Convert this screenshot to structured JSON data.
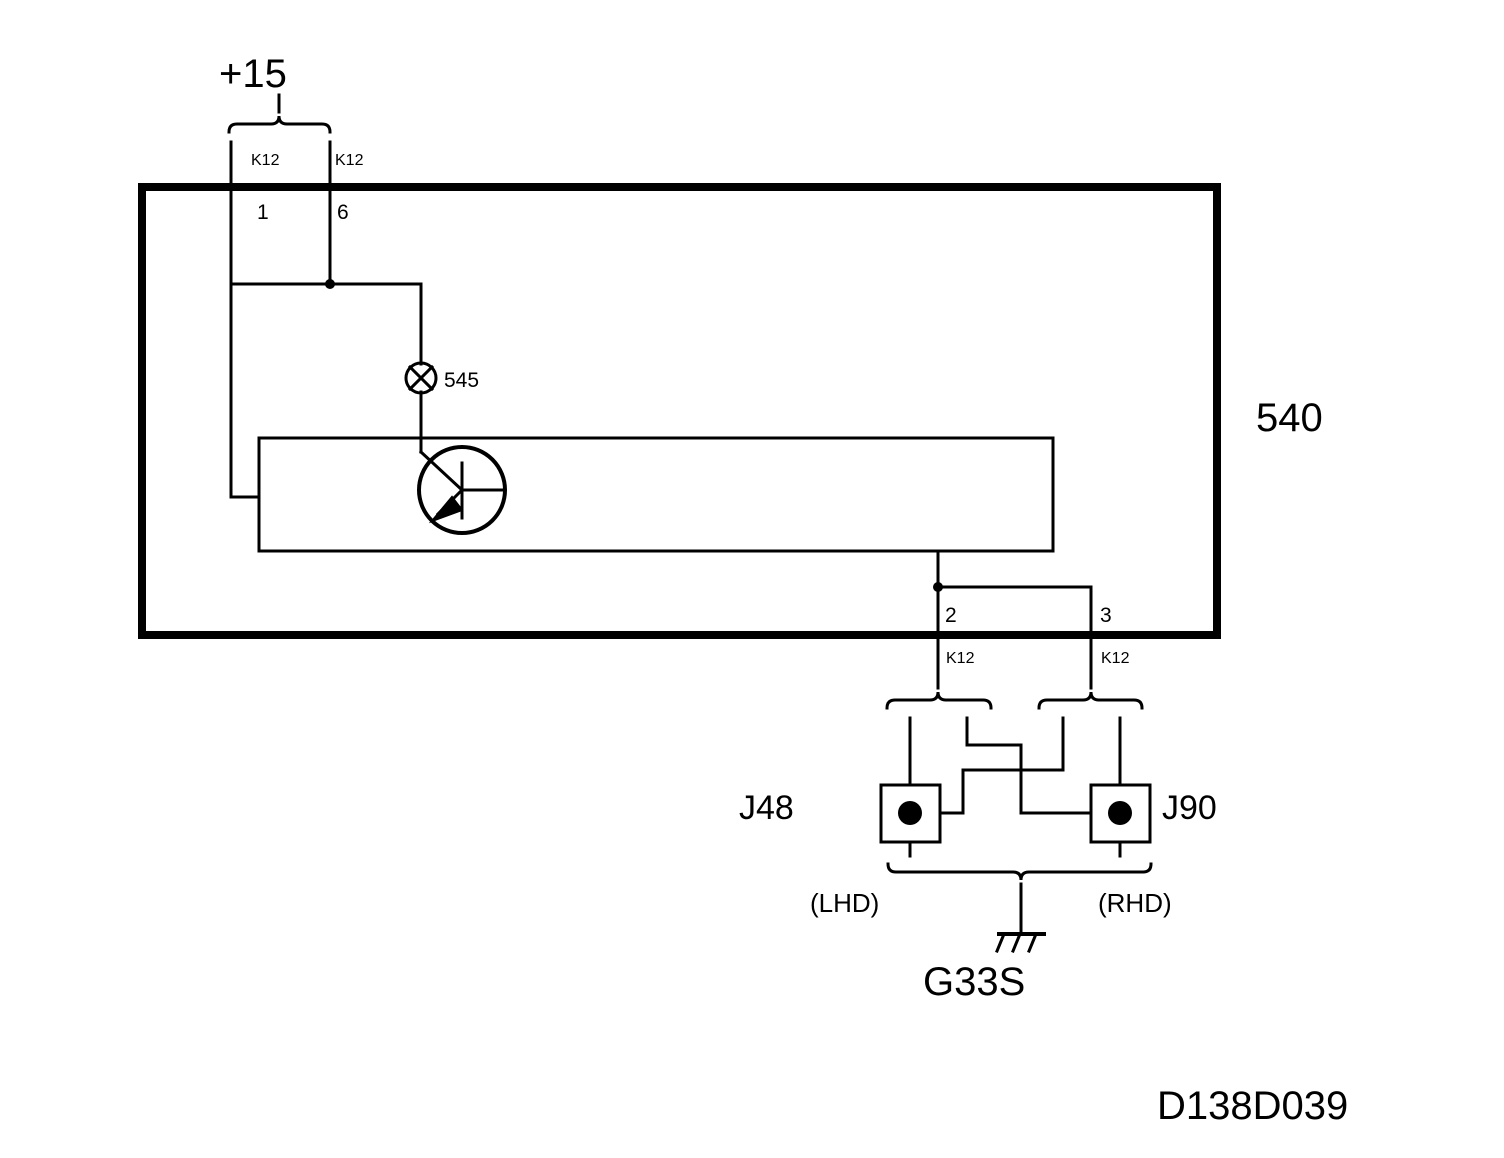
{
  "supply": {
    "label": "+15"
  },
  "module": {
    "label": "540",
    "pins": [
      {
        "number": "1",
        "connector": "K12"
      },
      {
        "number": "6",
        "connector": "K12"
      },
      {
        "number": "2",
        "connector": "K12"
      },
      {
        "number": "3",
        "connector": "K12"
      }
    ]
  },
  "lamp": {
    "label": "545"
  },
  "splices": [
    {
      "label": "J48",
      "variant": "(LHD)"
    },
    {
      "label": "J90",
      "variant": "(RHD)"
    }
  ],
  "ground": {
    "label": "G33S"
  },
  "drawing_id": "D138D039",
  "colors": {
    "line": "#000000",
    "background": "#ffffff"
  }
}
